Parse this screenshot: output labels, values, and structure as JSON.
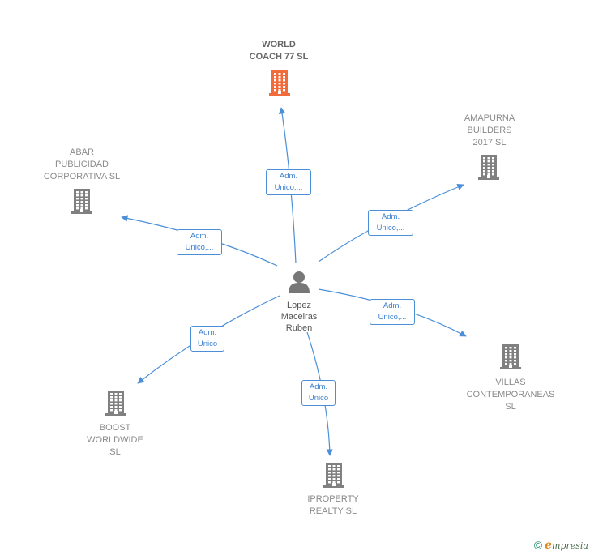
{
  "center": {
    "label": "Lopez\nMaceiras\nRuben",
    "icon": "person-icon"
  },
  "companies": [
    {
      "id": "world-coach",
      "label": "WORLD\nCOACH 77  SL",
      "highlight": true,
      "icon": "building-icon",
      "color": "#f26b3a"
    },
    {
      "id": "amapurna",
      "label": "AMAPURNA\nBUILDERS\n2017  SL",
      "highlight": false,
      "icon": "building-icon",
      "color": "#808080"
    },
    {
      "id": "abar",
      "label": "ABAR\nPUBLICIDAD\nCORPORATIVA SL",
      "highlight": false,
      "icon": "building-icon",
      "color": "#808080"
    },
    {
      "id": "villas",
      "label": "VILLAS\nCONTEMPORANEAS\nSL",
      "highlight": false,
      "icon": "building-icon",
      "color": "#808080"
    },
    {
      "id": "boost",
      "label": "BOOST\nWORLDWIDE\nSL",
      "highlight": false,
      "icon": "building-icon",
      "color": "#808080"
    },
    {
      "id": "iproperty",
      "label": "IPROPERTY\nREALTY  SL",
      "highlight": false,
      "icon": "building-icon",
      "color": "#808080"
    }
  ],
  "edges": [
    {
      "target": "world-coach",
      "label": "Adm.\nUnico,..."
    },
    {
      "target": "amapurna",
      "label": "Adm.\nUnico,..."
    },
    {
      "target": "abar",
      "label": "Adm.\nUnico,..."
    },
    {
      "target": "villas",
      "label": "Adm.\nUnico,..."
    },
    {
      "target": "boost",
      "label": "Adm.\nUnico"
    },
    {
      "target": "iproperty",
      "label": "Adm.\nUnico"
    }
  ],
  "colors": {
    "edge": "#4a8fd8",
    "building": "#808080",
    "highlight": "#f26b3a",
    "person": "#777777"
  },
  "footer": {
    "copyright": "©",
    "brand_initial": "e",
    "brand_rest": "mpresia"
  }
}
